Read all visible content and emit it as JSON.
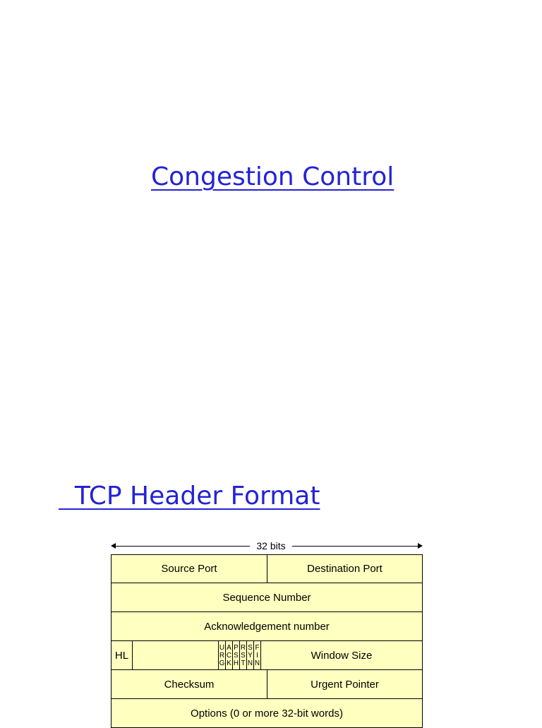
{
  "titles": {
    "main": "Congestion Control",
    "section": "  TCP Header Format"
  },
  "diagram": {
    "width_label": "32 bits",
    "rows": [
      {
        "cells": [
          "Source Port",
          "Destination Port"
        ]
      },
      {
        "cells": [
          "Sequence Number"
        ]
      },
      {
        "cells": [
          "Acknowledgement number"
        ]
      },
      {
        "cells": [
          "HL",
          "",
          "URG",
          "ACK",
          "PSH",
          "RST",
          "SYN",
          "FIN",
          "Window Size"
        ]
      },
      {
        "cells": [
          "Checksum",
          "Urgent Pointer"
        ]
      },
      {
        "cells": [
          "Options (0 or more 32-bit words)"
        ]
      }
    ],
    "flags": [
      [
        "U",
        "R",
        "G"
      ],
      [
        "A",
        "C",
        "K"
      ],
      [
        "P",
        "S",
        "H"
      ],
      [
        "R",
        "S",
        "T"
      ],
      [
        "S",
        "Y",
        "N"
      ],
      [
        "F",
        "I",
        "N"
      ]
    ],
    "colors": {
      "cell_fill": "#ffffc0",
      "title": "#2323d6"
    }
  }
}
